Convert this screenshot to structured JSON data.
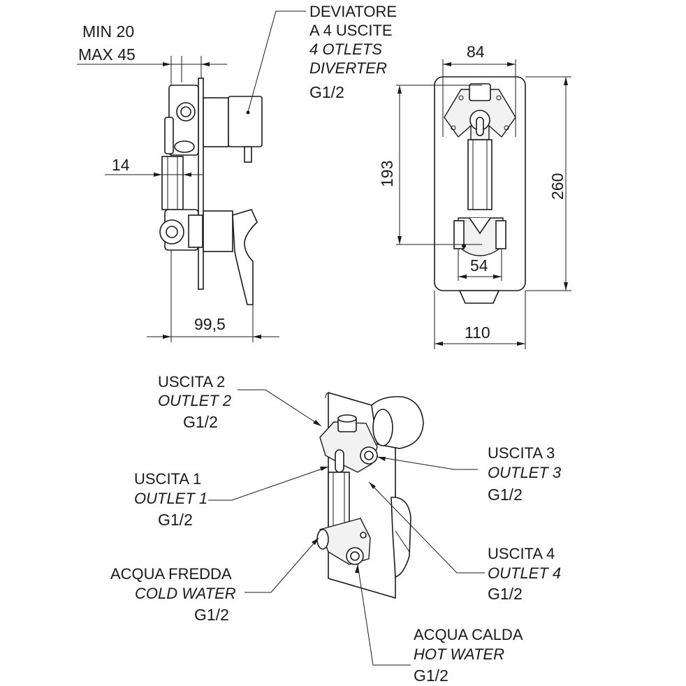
{
  "side_view": {
    "wall_min": "MIN 20",
    "wall_max": "MAX 45",
    "dim_14": "14",
    "dim_depth": "99,5"
  },
  "diverter_note": {
    "line1": "DEVIATORE",
    "line2": "A 4 USCITE",
    "line3": "4 OTLETS",
    "line4": "DIVERTER",
    "thread": "G1/2"
  },
  "front_view": {
    "dim_top_width": "84",
    "dim_height_inner": "193",
    "dim_height_total": "260",
    "dim_bottom_inner": "54",
    "dim_width_total": "110"
  },
  "iso_view": {
    "outlet2": {
      "it": "USCITA 2",
      "en": "OUTLET 2",
      "thread": "G1/2"
    },
    "outlet1": {
      "it": "USCITA 1",
      "en": "OUTLET 1",
      "thread": "G1/2"
    },
    "outlet3": {
      "it": "USCITA 3",
      "en": "OUTLET 3",
      "thread": "G1/2"
    },
    "outlet4": {
      "it": "USCITA 4",
      "en": "OUTLET 4",
      "thread": "G1/2"
    },
    "cold": {
      "it": "ACQUA FREDDA",
      "en": "COLD WATER",
      "thread": "G1/2"
    },
    "hot": {
      "it": "ACQUA CALDA",
      "en": "HOT WATER",
      "thread": "G1/2"
    }
  }
}
